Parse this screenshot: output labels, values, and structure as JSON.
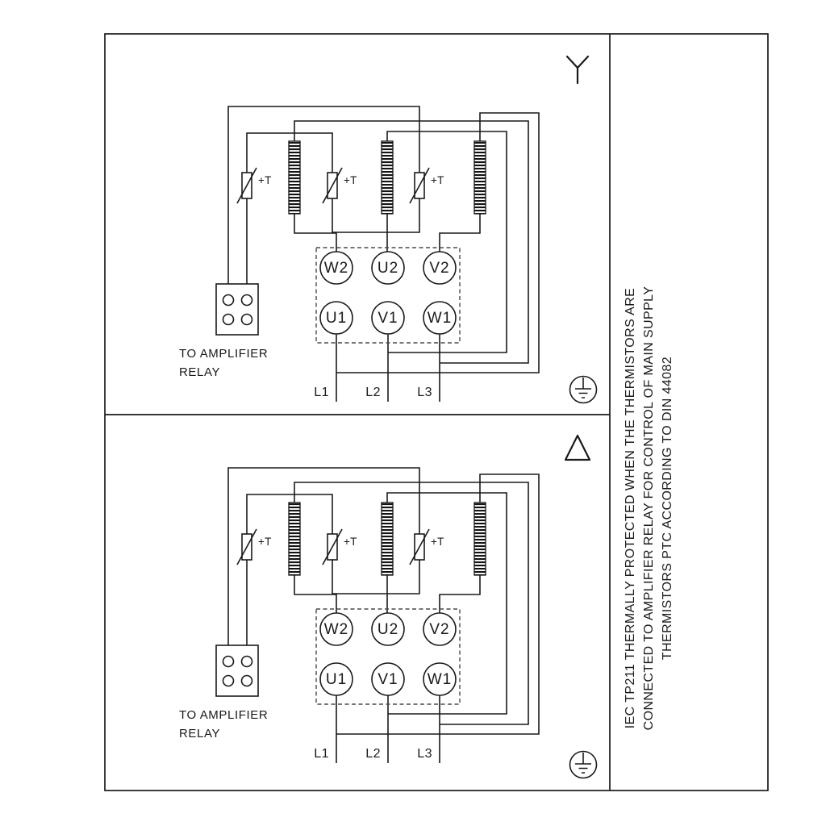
{
  "note": {
    "line1": "IEC TP211 THERMALLY PROTECTED WHEN THE THERMISTORS ARE",
    "line2": "CONNECTED TO AMPLIFIER RELAY FOR CONTROL OF MAIN SUPPLY",
    "line3": "THERMISTORS PTC ACCORDING TO DIN 44082"
  },
  "diagrams": [
    {
      "id": "star",
      "connection_symbol": "star-icon",
      "thermistors": [
        {
          "label": "+T"
        },
        {
          "label": "+T"
        },
        {
          "label": "+T"
        }
      ],
      "terminals": {
        "top_row": [
          "W2",
          "U2",
          "V2"
        ],
        "bottom_row": [
          "U1",
          "V1",
          "W1"
        ]
      },
      "relay_caption_line1": "TO AMPLIFIER",
      "relay_caption_line2": "RELAY",
      "supply_lines": [
        "L1",
        "L2",
        "L3"
      ]
    },
    {
      "id": "delta",
      "connection_symbol": "delta-icon",
      "thermistors": [
        {
          "label": "+T"
        },
        {
          "label": "+T"
        },
        {
          "label": "+T"
        }
      ],
      "terminals": {
        "top_row": [
          "W2",
          "U2",
          "V2"
        ],
        "bottom_row": [
          "U1",
          "V1",
          "W1"
        ]
      },
      "relay_caption_line1": "TO AMPLIFIER",
      "relay_caption_line2": "RELAY",
      "supply_lines": [
        "L1",
        "L2",
        "L3"
      ]
    }
  ]
}
